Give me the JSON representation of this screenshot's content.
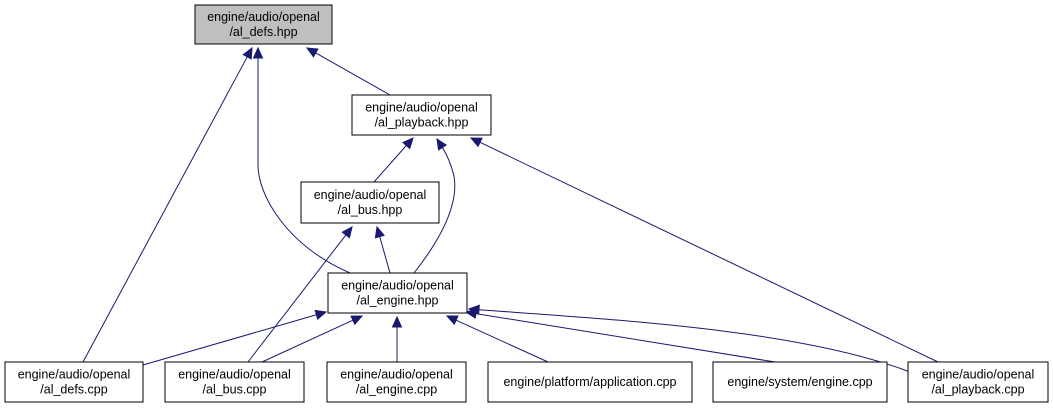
{
  "graph": {
    "colors": {
      "edge": "#191970",
      "node_border": "#000000",
      "node_fill": "#ffffff",
      "current_node_fill": "#bfbfbf"
    },
    "nodes": [
      {
        "id": "al_defs_hpp",
        "lines": [
          "engine/audio/openal",
          "/al_defs.hpp"
        ],
        "current": true
      },
      {
        "id": "al_playback_hpp",
        "lines": [
          "engine/audio/openal",
          "/al_playback.hpp"
        ]
      },
      {
        "id": "al_bus_hpp",
        "lines": [
          "engine/audio/openal",
          "/al_bus.hpp"
        ]
      },
      {
        "id": "al_engine_hpp",
        "lines": [
          "engine/audio/openal",
          "/al_engine.hpp"
        ]
      },
      {
        "id": "al_defs_cpp",
        "lines": [
          "engine/audio/openal",
          "/al_defs.cpp"
        ]
      },
      {
        "id": "al_bus_cpp",
        "lines": [
          "engine/audio/openal",
          "/al_bus.cpp"
        ]
      },
      {
        "id": "al_engine_cpp",
        "lines": [
          "engine/audio/openal",
          "/al_engine.cpp"
        ]
      },
      {
        "id": "application_cpp",
        "lines": [
          "engine/platform/application.cpp"
        ]
      },
      {
        "id": "system_engine_cpp",
        "lines": [
          "engine/system/engine.cpp"
        ]
      },
      {
        "id": "al_playback_cpp",
        "lines": [
          "engine/audio/openal",
          "/al_playback.cpp"
        ]
      }
    ],
    "edges": [
      {
        "from": "al_playback_hpp",
        "to": "al_defs_hpp"
      },
      {
        "from": "al_engine_hpp",
        "to": "al_defs_hpp"
      },
      {
        "from": "al_defs_cpp",
        "to": "al_defs_hpp"
      },
      {
        "from": "al_bus_hpp",
        "to": "al_playback_hpp"
      },
      {
        "from": "al_engine_hpp",
        "to": "al_playback_hpp"
      },
      {
        "from": "al_playback_cpp",
        "to": "al_playback_hpp"
      },
      {
        "from": "al_engine_hpp",
        "to": "al_bus_hpp"
      },
      {
        "from": "al_bus_cpp",
        "to": "al_bus_hpp"
      },
      {
        "from": "al_defs_cpp",
        "to": "al_engine_hpp"
      },
      {
        "from": "al_bus_cpp",
        "to": "al_engine_hpp"
      },
      {
        "from": "al_engine_cpp",
        "to": "al_engine_hpp"
      },
      {
        "from": "application_cpp",
        "to": "al_engine_hpp"
      },
      {
        "from": "system_engine_cpp",
        "to": "al_engine_hpp"
      },
      {
        "from": "al_playback_cpp",
        "to": "al_engine_hpp"
      }
    ]
  }
}
